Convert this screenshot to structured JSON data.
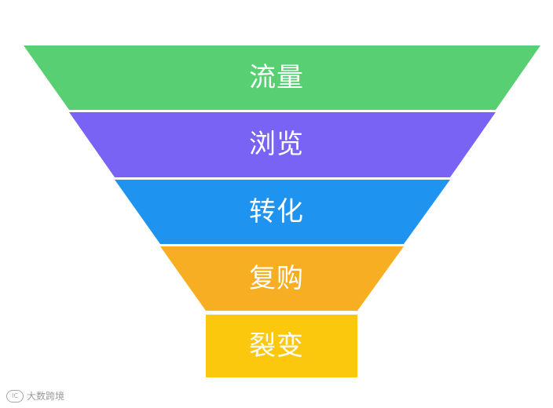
{
  "stages": [
    {
      "label": "流量",
      "color": "#57cf72"
    },
    {
      "label": "浏览",
      "color": "#7863f5"
    },
    {
      "label": "转化",
      "color": "#1f93f0"
    },
    {
      "label": "复购",
      "color": "#f7ae22"
    },
    {
      "label": "裂变",
      "color": "#fcc80e"
    }
  ],
  "watermark": {
    "text": "大数跨境",
    "logo_text": "IC"
  }
}
